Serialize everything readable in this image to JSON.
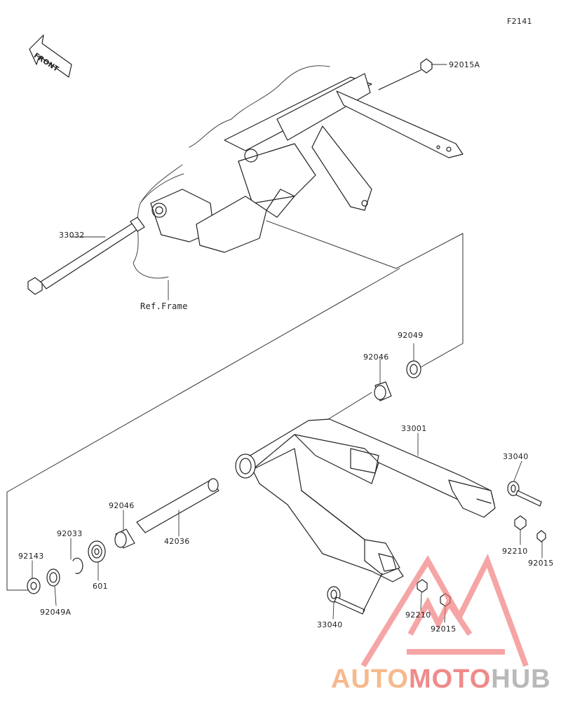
{
  "figure_code": "F2141",
  "front_label": "FRONT",
  "ref_frame_label": "Ref.Frame",
  "parts": [
    {
      "id": "p-92015A",
      "label": "92015A"
    },
    {
      "id": "p-33032",
      "label": "33032"
    },
    {
      "id": "p-92049",
      "label": "92049"
    },
    {
      "id": "p-92046-top",
      "label": "92046"
    },
    {
      "id": "p-33001",
      "label": "33001"
    },
    {
      "id": "p-33040-right",
      "label": "33040"
    },
    {
      "id": "p-92046-mid",
      "label": "92046"
    },
    {
      "id": "p-92033",
      "label": "92033"
    },
    {
      "id": "p-42036",
      "label": "42036"
    },
    {
      "id": "p-92143",
      "label": "92143"
    },
    {
      "id": "p-601",
      "label": "601"
    },
    {
      "id": "p-92049A",
      "label": "92049A"
    },
    {
      "id": "p-92210-right",
      "label": "92210"
    },
    {
      "id": "p-92015-right",
      "label": "92015"
    },
    {
      "id": "p-33040-bottom",
      "label": "33040"
    },
    {
      "id": "p-92210-bottom",
      "label": "92210"
    },
    {
      "id": "p-92015-bottom",
      "label": "92015"
    }
  ],
  "watermark": {
    "part1": "AUTO",
    "part2": "MOTO",
    "part3": "HUB",
    "colors": {
      "auto": "#f6b98d",
      "moto": "#f08a8a",
      "hub": "#b9b9b9"
    }
  }
}
